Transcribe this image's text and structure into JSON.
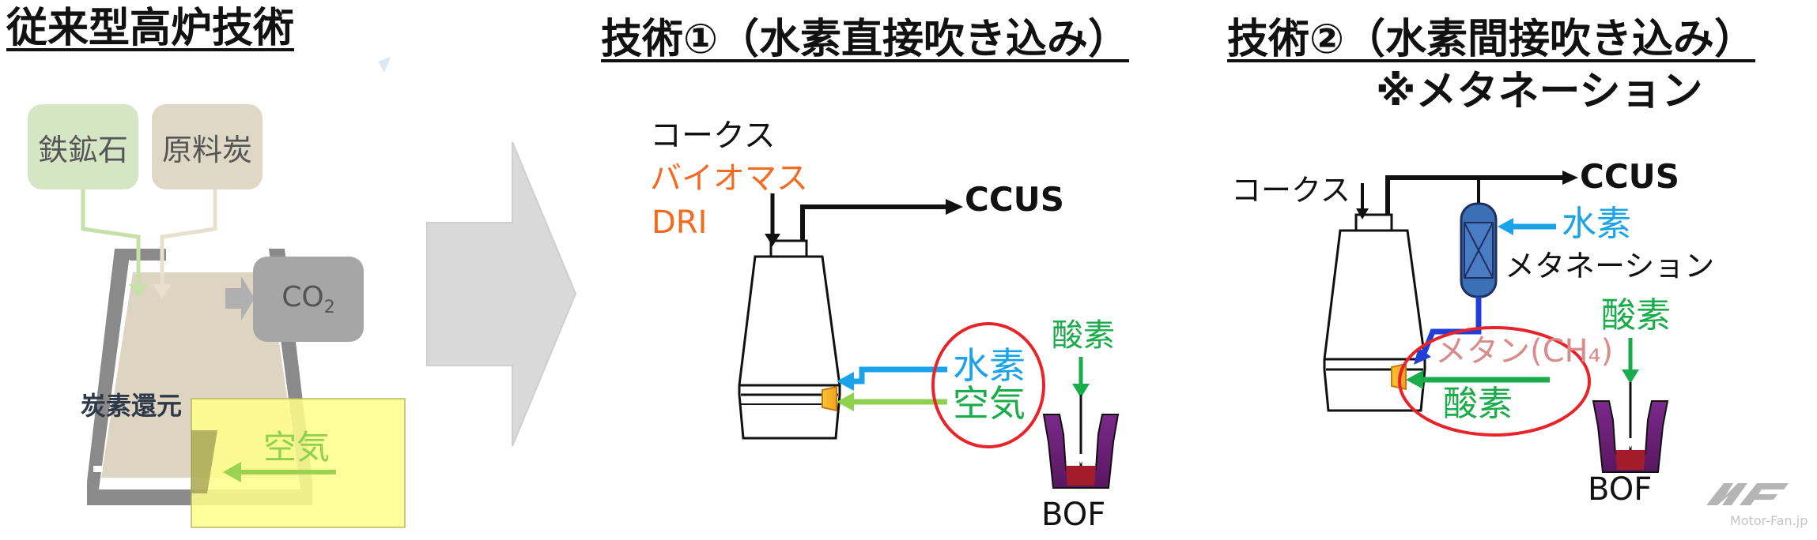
{
  "titles": {
    "left": "従来型高炉技術",
    "tech1": "技術①（水素直接吹き込み）",
    "tech2": "技術②（水素間接吹き込み）",
    "tech2_sub": "※メタネーション"
  },
  "left_panel": {
    "iron_ore": "鉄鉱石",
    "coking_coal": "原料炭",
    "co2": "CO",
    "co2_sub": "2",
    "carbon_reduction": "炭素還元",
    "air": "空気"
  },
  "tech1": {
    "coke": "コークス",
    "biomass": "バイオマス",
    "dri": "DRI",
    "ccus": "CCUS",
    "hydrogen": "水素",
    "air": "空気",
    "oxygen": "酸素",
    "bof": "BOF"
  },
  "tech2": {
    "coke": "コークス",
    "ccus": "CCUS",
    "hydrogen": "水素",
    "methanation": "メタネーション",
    "methane": "メタン(CH₄)",
    "oxygen_top": "酸素",
    "oxygen_bottom": "酸素",
    "bof": "BOF"
  },
  "watermark": "Motor-Fan.jp",
  "colors": {
    "green_pale": "#d5e6c4",
    "tan_pale": "#e0d8c6",
    "grey_box": "#a6a6a6",
    "furnace_fill": "#ddd4c2",
    "yellow_highlight": "#ffff8a",
    "blue_arrow": "#1aa3e8",
    "green_arrow": "#8fd14f",
    "oxygen_green": "#1aab4a",
    "orange_text": "#f26b21",
    "red_ring": "#e8232a",
    "methane_text": "#d98c8c",
    "reactor_blue": "#3b6fb6",
    "dark_blue": "#1f3fd6"
  }
}
